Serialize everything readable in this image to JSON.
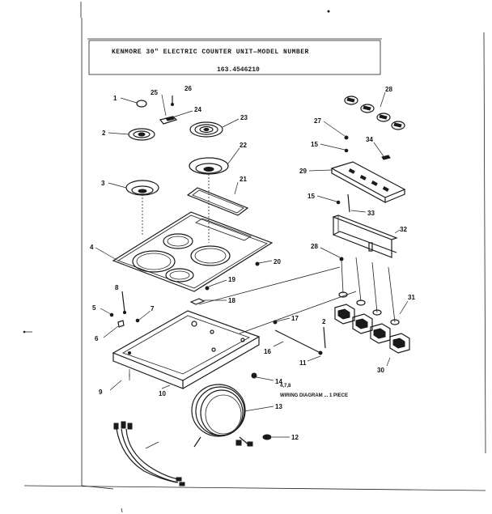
{
  "header": {
    "title": "KENMORE 30\" ELECTRIC COUNTER UNIT—MODEL NUMBER",
    "model_number": "163.4546210"
  },
  "callouts": [
    {
      "label": "1"
    },
    {
      "label": "25"
    },
    {
      "label": "26"
    },
    {
      "label": "24"
    },
    {
      "label": "23"
    },
    {
      "label": "2"
    },
    {
      "label": "22"
    },
    {
      "label": "3"
    },
    {
      "label": "21"
    },
    {
      "label": "4"
    },
    {
      "label": "20"
    },
    {
      "label": "19"
    },
    {
      "label": "8"
    },
    {
      "label": "5"
    },
    {
      "label": "7"
    },
    {
      "label": "18"
    },
    {
      "label": "6"
    },
    {
      "label": "9"
    },
    {
      "label": "10"
    },
    {
      "label": "16"
    },
    {
      "label": "17"
    },
    {
      "label": "2"
    },
    {
      "label": "11"
    },
    {
      "label": "14"
    },
    {
      "label": "13"
    },
    {
      "label": "12"
    },
    {
      "label": "31"
    },
    {
      "label": "30"
    },
    {
      "label": "28"
    },
    {
      "label": "27"
    },
    {
      "label": "15"
    },
    {
      "label": "34"
    },
    {
      "label": "29"
    },
    {
      "label": "15"
    },
    {
      "label": "33"
    },
    {
      "label": "32"
    },
    {
      "label": "28"
    }
  ],
  "notes": {
    "line1": "4,7,8",
    "line2": "WIRING DIAGRAM    ... 1 PIECE"
  }
}
